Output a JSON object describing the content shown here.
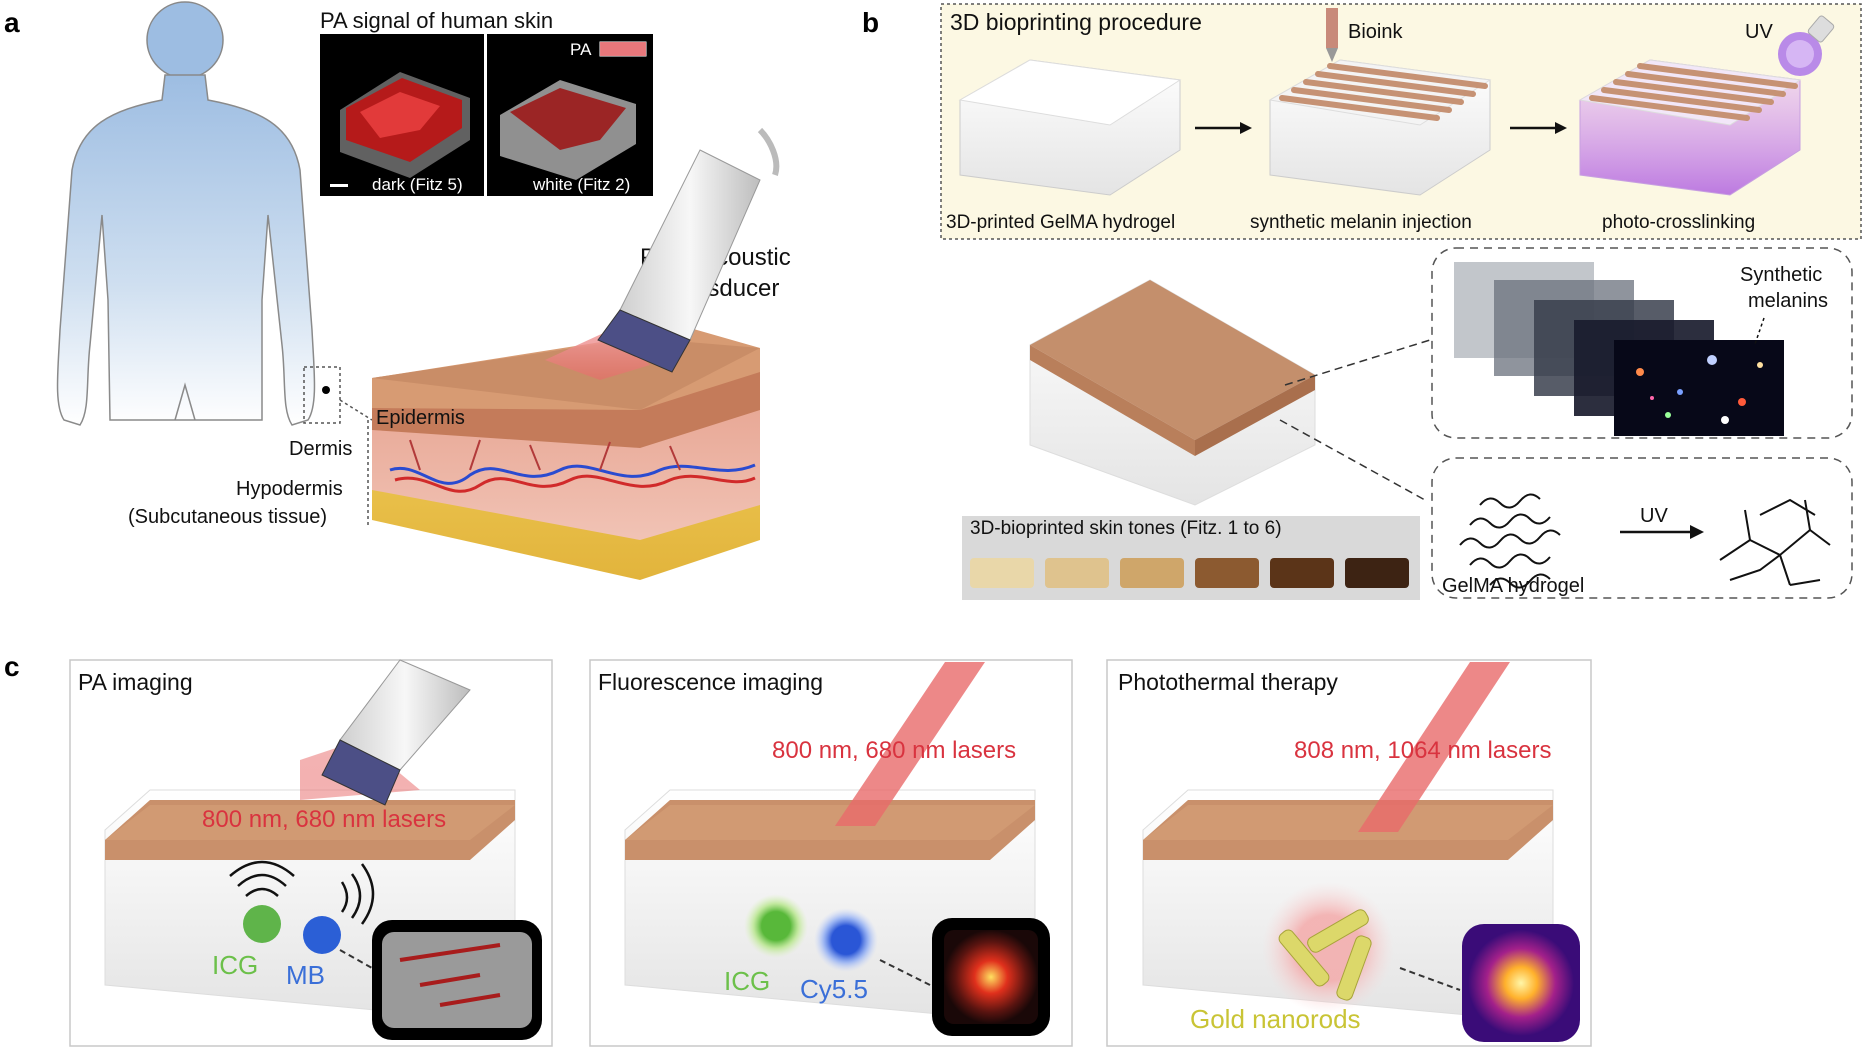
{
  "panel_letters": {
    "a": "a",
    "b": "b",
    "c": "c"
  },
  "panel_a": {
    "pa_title": "PA signal of human skin",
    "pa_legend": "PA",
    "dark_caption": "dark (Fitz 5)",
    "white_caption": "white (Fitz 2)",
    "transducer_line1": "Photoacoustic",
    "transducer_line2": "transducer",
    "epidermis": "Epidermis",
    "dermis": "Dermis",
    "hypodermis": "Hypodermis",
    "subcutaneous": "(Subcutaneous tissue)"
  },
  "panel_b": {
    "title": "3D bioprinting procedure",
    "bioink": "Bioink",
    "uv_lamp": "UV",
    "step1": "3D-printed GelMA hydrogel",
    "step2": "synthetic melanin injection",
    "step3": "photo-crosslinking",
    "melanins_line1": "Synthetic",
    "melanins_line2": "melanins",
    "tones_title": "3D-bioprinted skin tones (Fitz. 1 to 6)",
    "gelma": "GelMA hydrogel",
    "uv_arrow": "UV",
    "tone_colors": [
      "#e9d7a9",
      "#dfc38e",
      "#cfa66a",
      "#8c5a30",
      "#5b3418",
      "#3d2313"
    ]
  },
  "panel_c": {
    "pa_title": "PA imaging",
    "pa_lasers": "800 nm, 680 nm lasers",
    "pa_icg": "ICG",
    "pa_mb": "MB",
    "fl_title": "Fluorescence imaging",
    "fl_lasers": "800 nm, 680 nm lasers",
    "fl_icg": "ICG",
    "fl_cy": "Cy5.5",
    "pt_title": "Photothermal therapy",
    "pt_lasers": "808 nm, 1064 nm lasers",
    "pt_gold": "Gold nanorods"
  },
  "colors": {
    "laser_text": "#d9333f",
    "icg_green": "#6cc04a",
    "mb_blue": "#3a6fd8",
    "gold_text": "#c9c435",
    "skin_top": "#c9906b",
    "body_blue": "#a7c4e4"
  }
}
